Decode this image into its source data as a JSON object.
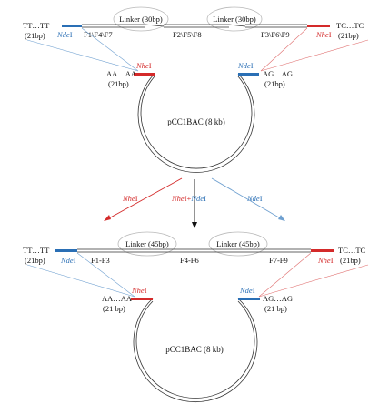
{
  "colors": {
    "nhe": "#d42a2a",
    "nde": "#2a6fb5",
    "line": "#333333",
    "ellipse": "#b8b8b8",
    "thin_blue": "#6fa0d0",
    "thin_red": "#e07070"
  },
  "top": {
    "linker_left": "Linker (30bp)",
    "linker_right": "Linker (30bp)",
    "end_left": "TT…TT",
    "end_left_bp": "(21bp)",
    "end_right": "TC…TC",
    "end_right_bp": "(21bp)",
    "frag_1": "F1\\F4\\F7",
    "frag_2": "F2\\F5\\F8",
    "frag_3": "F3\\F6\\F9",
    "site_nde": "Nde",
    "site_nhe": "Nhe",
    "site_suffix": "I"
  },
  "vector_top": {
    "arm_left": "AA…AA",
    "arm_left_bp": "(21bp)",
    "arm_right": "AG…AG",
    "arm_right_bp": "(21bp)",
    "site_nhe": "Nhe",
    "site_nde": "Nde",
    "site_suffix": "I",
    "name": "pCC1BAC (8 kb)"
  },
  "arrows": {
    "left_enzyme": "Nhe",
    "left_suffix": "I",
    "mid_enzyme_a": "Nhe",
    "mid_suffix_a": "I+",
    "mid_enzyme_b": "Nde",
    "mid_suffix_b": "I",
    "right_enzyme": "Nde",
    "right_suffix": "I"
  },
  "bottom": {
    "linker_left": "Linker (45bp)",
    "linker_right": "Linker (45bp)",
    "end_left": "TT…TT",
    "end_left_bp": "(21bp)",
    "end_right": "TC…TC",
    "end_right_bp": "(21bp)",
    "frag_1": "F1-F3",
    "frag_2": "F4-F6",
    "frag_3": "F7-F9",
    "site_nde": "Nde",
    "site_nhe": "Nhe",
    "site_suffix": "I"
  },
  "vector_bottom": {
    "arm_left": "AA…AA",
    "arm_left_bp": "(21 bp)",
    "arm_right": "AG…AG",
    "arm_right_bp": "(21 bp)",
    "site_nhe": "Nhe",
    "site_nde": "Nde",
    "site_suffix": "I",
    "name": "pCC1BAC (8 kb)"
  }
}
